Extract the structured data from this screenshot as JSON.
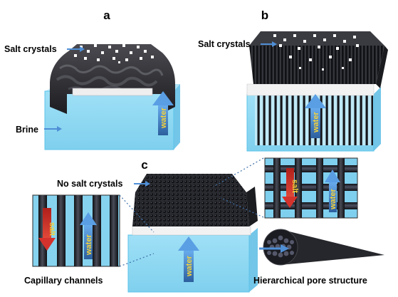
{
  "panels": {
    "a": "a",
    "b": "b",
    "c": "c"
  },
  "labels": {
    "salt_crystals_a": "Salt crystals",
    "brine": "Brine",
    "salt_crystals_b": "Salt crystals",
    "no_salt_crystals": "No salt crystals",
    "capillary_channels": "Capillary channels",
    "hierarchical_pore_structure": "Hierarchical pore structure"
  },
  "arrow_text": {
    "water": "water",
    "salt": "salt"
  },
  "colors": {
    "water_blue": "#8fd8f2",
    "water_edge": "#5cc3ea",
    "dark_material": "#2b2b2e",
    "fiber_dark": "#1f2026",
    "arrow_blue": "#4f8fd6",
    "arrow_red": "#d4322c",
    "arrow_text": "#f5d33a",
    "crystal_white": "#ffffff"
  }
}
